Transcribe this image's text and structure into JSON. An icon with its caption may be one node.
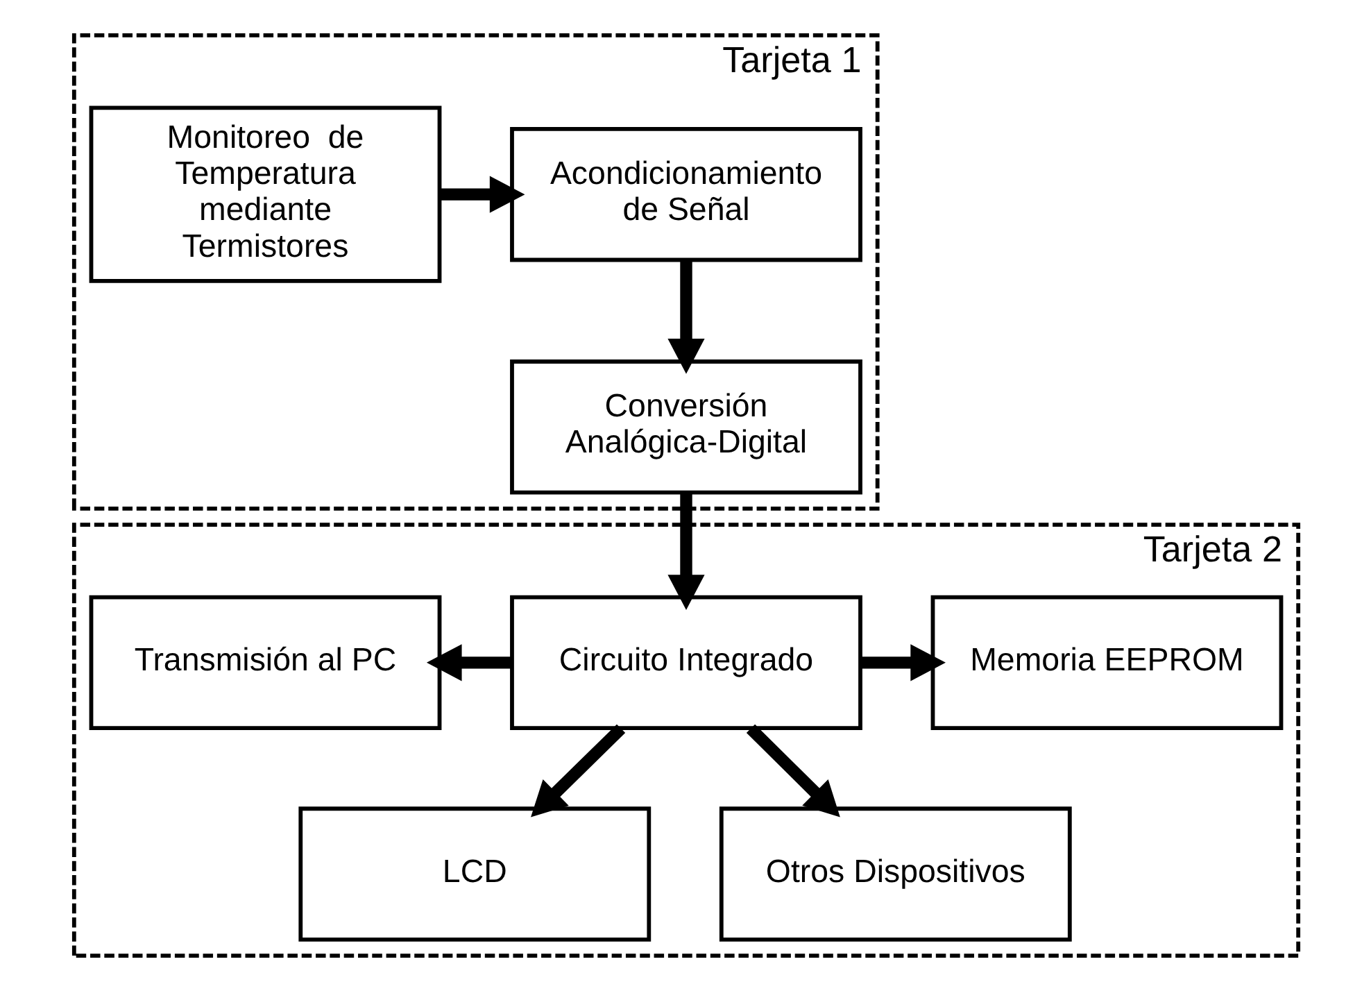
{
  "diagram": {
    "nodes": [
      {
        "text": [
          "Tarjeta 1"
        ]
      },
      {
        "text": [
          "Monitoreo  de Temperatura mediante Termistores"
        ],
        "in": 0
      },
      {
        "text": [
          "Acondicionamiento de Señal"
        ],
        "in": 0
      },
      {
        "text": [
          "Conversión Analógica-Digital"
        ],
        "in": 0
      },
      {
        "text": [
          "Tarjeta 2"
        ]
      },
      {
        "text": [
          "Transmisión al PC"
        ],
        "in": 4
      },
      {
        "text": [
          "Circuito Integrado"
        ],
        "in": 4
      },
      {
        "text": [
          "Memoria EEPROM"
        ],
        "in": 4
      },
      {
        "text": [
          "LCD"
        ],
        "in": 4
      },
      {
        "text": [
          "Otros Dispositivos"
        ],
        "in": 4
      }
    ],
    "edges": [
      {
        "from": 1,
        "to": 2,
        "arrow": "to"
      },
      {
        "from": 2,
        "to": 3,
        "arrow": "to"
      },
      {
        "from": 3,
        "to": 6,
        "arrow": "to"
      },
      {
        "from": 6,
        "to": 5,
        "arrow": "to"
      },
      {
        "from": 6,
        "to": 7,
        "arrow": "to"
      },
      {
        "from": 6,
        "to": 8,
        "arrow": "to"
      },
      {
        "from": 6,
        "to": 9,
        "arrow": "to"
      }
    ]
  }
}
